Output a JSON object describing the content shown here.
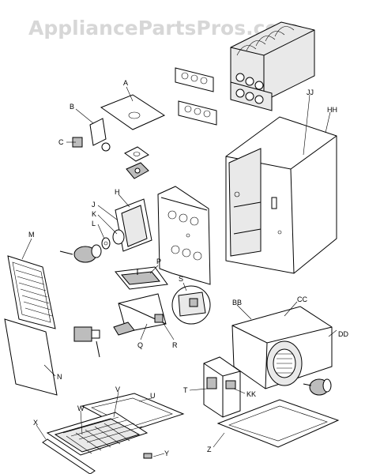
{
  "watermark": "AppliancePartsPros.com",
  "callouts": {
    "A": "A",
    "B": "B",
    "C": "C",
    "H": "H",
    "J": "J",
    "K": "K",
    "L": "L",
    "M": "M",
    "N": "N",
    "P": "P",
    "S": "S",
    "Q": "Q",
    "R": "R",
    "T": "T",
    "U": "U",
    "V": "V",
    "W": "W",
    "X": "X",
    "Y": "Y",
    "Z": "Z",
    "BB": "BB",
    "CC": "CC",
    "DD": "DD",
    "KK": "KK",
    "JJ": "JJ",
    "HH": "HH"
  }
}
